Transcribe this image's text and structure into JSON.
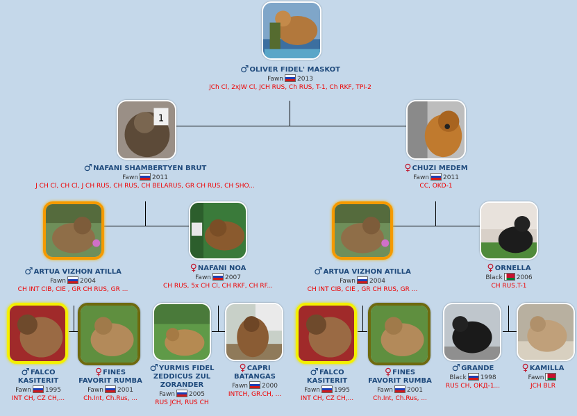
{
  "dogs": {
    "root": {
      "sex": "♂",
      "name": "OLIVER FIDEL' MASKOT",
      "color": "Fawn",
      "year": "2013",
      "titles": "JCh Cl, 2xJW Cl, JCH RUS, Ch RUS, T-1, Ch RKF, TPI-2",
      "flag": "ru"
    },
    "sire": {
      "sex": "♂",
      "name": "NAFANI SHAMBERTYEN BRUT",
      "color": "Fawn",
      "year": "2011",
      "titles": "J CH Cl, CH Cl, J CH RUS, CH RUS, CH BELARUS, GR CH RUS, CH SHO...",
      "flag": "ru"
    },
    "dam": {
      "sex": "♀",
      "name": "CHUZI MEDEM",
      "color": "Fawn",
      "year": "2011",
      "titles": "CC, OKD-1",
      "flag": "ru"
    },
    "ss": {
      "sex": "♂",
      "name": "ARTUA VIZHON ATILLA",
      "color": "Fawn",
      "year": "2004",
      "titles": "CH INT CIB, CIE , GR CH RUS, GR ...",
      "flag": "ru"
    },
    "sd": {
      "sex": "♀",
      "name": "NAFANI NOA",
      "color": "Fawn",
      "year": "2007",
      "titles": "CH RUS, 5x CH Cl, CH RKF, CH RF...",
      "flag": "ru"
    },
    "ds": {
      "sex": "♂",
      "name": "ARTUA VIZHON ATILLA",
      "color": "Fawn",
      "year": "2004",
      "titles": "CH INT CIB, CIE , GR CH RUS, GR ...",
      "flag": "ru"
    },
    "dd": {
      "sex": "♀",
      "name": "ORNELLA",
      "color": "Black",
      "year": "2006",
      "titles": "CH RUS.T-1",
      "flag": "by"
    },
    "sss": {
      "sex": "♂",
      "name1": "FALCO",
      "name2": "KASITERIT",
      "color": "Fawn",
      "year": "1995",
      "titles": "INT CH, CZ CH,...",
      "flag": "ru"
    },
    "ssd": {
      "sex": "♀",
      "name1": "FINES",
      "name2": "FAVORIT RUMBA",
      "color": "Fawn",
      "year": "2001",
      "titles": "Ch.Int, Ch.Rus, ...",
      "flag": "ru"
    },
    "sds": {
      "sex": "♂",
      "name1": "YURMIS FIDEL",
      "name2": "ZEDDICUS ZUL",
      "name3": "ZORANDER",
      "color": "Fawn",
      "year": "2005",
      "titles": "RUS JCH, RUS CH",
      "flag": "ru"
    },
    "sdd": {
      "sex": "♀",
      "name1": "CAPRI",
      "name2": "BATANGAS",
      "color": "Fawn",
      "year": "2000",
      "titles": "INTCH, GR.CH, ...",
      "flag": "ru"
    },
    "dss": {
      "sex": "♂",
      "name1": "FALCO",
      "name2": "KASITERIT",
      "color": "Fawn",
      "year": "1995",
      "titles": "INT CH, CZ CH,...",
      "flag": "ru"
    },
    "dsd": {
      "sex": "♀",
      "name1": "FINES",
      "name2": "FAVORIT RUMBA",
      "color": "Fawn",
      "year": "2001",
      "titles": "Ch.Int, Ch.Rus, ...",
      "flag": "ru"
    },
    "dds": {
      "sex": "♂",
      "name1": "GRANDE",
      "color": "Black",
      "year": "1998",
      "titles": "RUS CH, ОКД-1...",
      "flag": "ru"
    },
    "ddd": {
      "sex": "♀",
      "name1": "KAMILLA",
      "color": "Fawn",
      "year": "",
      "titles": "JCH BLR",
      "flag": "by"
    }
  }
}
